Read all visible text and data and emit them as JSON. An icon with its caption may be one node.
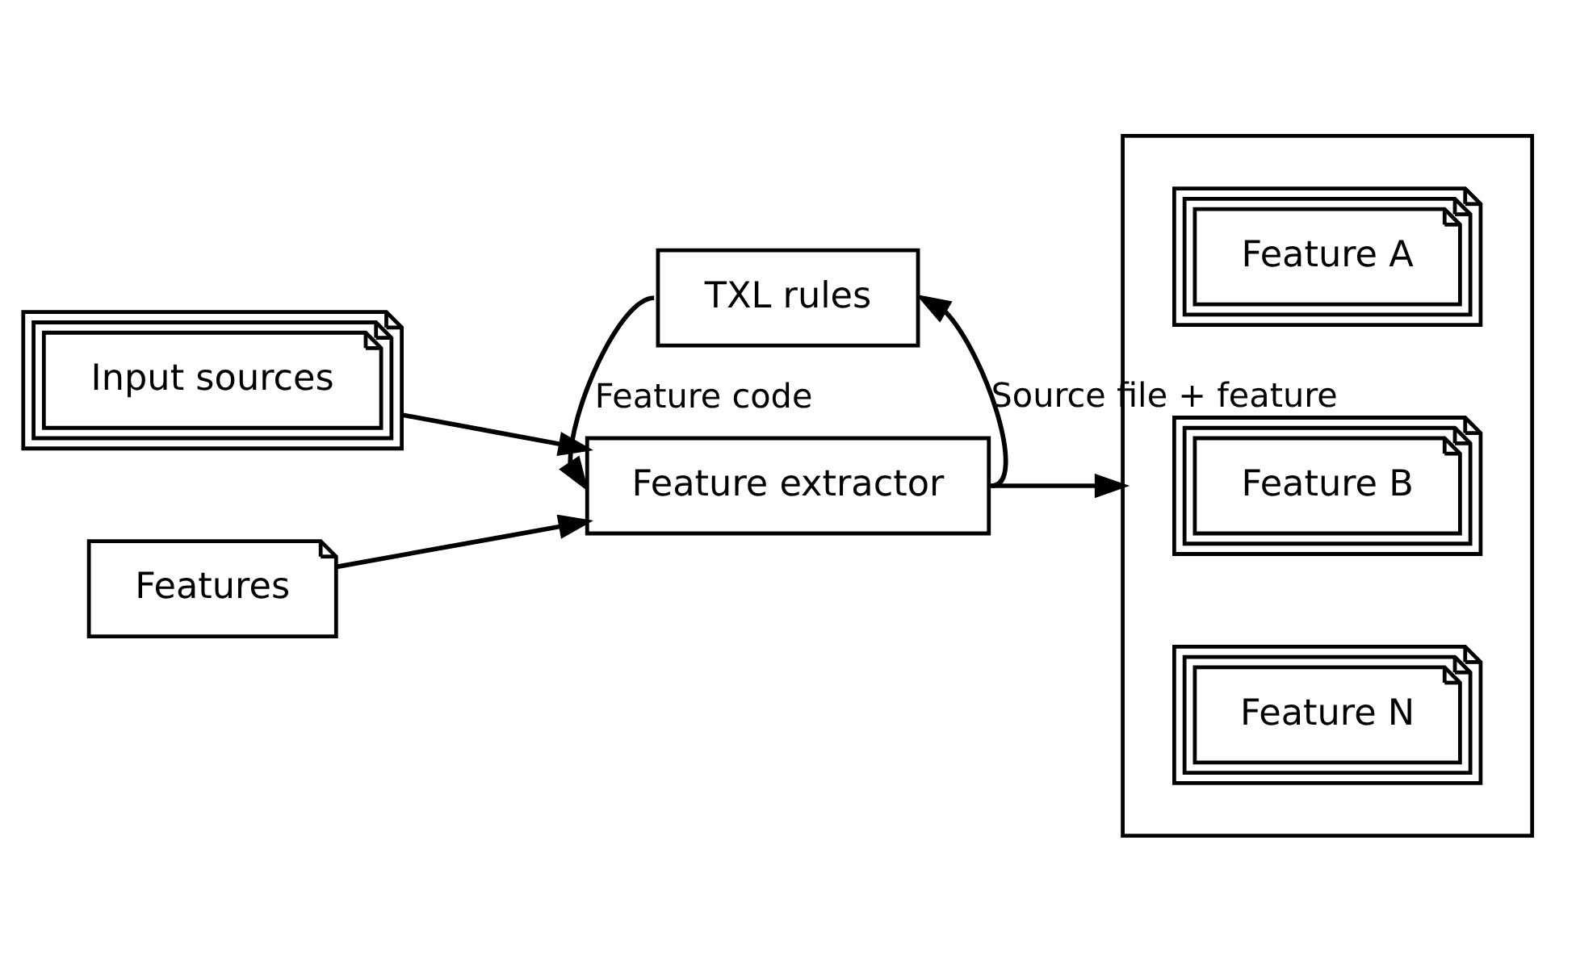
{
  "diagram": {
    "nodes": [
      {
        "text": [
          "Input sources"
        ]
      },
      {
        "text": [
          "Features"
        ]
      },
      {
        "text": [
          "TXL rules"
        ]
      },
      {
        "text": [
          "Feature extractor"
        ]
      },
      {
        "text": [],
        "shape": "box"
      },
      {
        "text": [
          "Feature A"
        ],
        "in": 4
      },
      {
        "text": [
          "Feature B"
        ],
        "in": 4
      },
      {
        "text": [
          "Feature N"
        ],
        "in": 4
      }
    ],
    "edges": [
      {
        "from": 0,
        "to": 3,
        "arrow": "to"
      },
      {
        "from": 1,
        "to": 3,
        "arrow": "to"
      },
      {
        "from": 2,
        "to": 3,
        "arrow": "to",
        "label": "Feature code"
      },
      {
        "from": 3,
        "to": 2,
        "arrow": "to",
        "label": "Source file + feature"
      },
      {
        "from": 3,
        "to": 4,
        "arrow": "to"
      }
    ]
  }
}
